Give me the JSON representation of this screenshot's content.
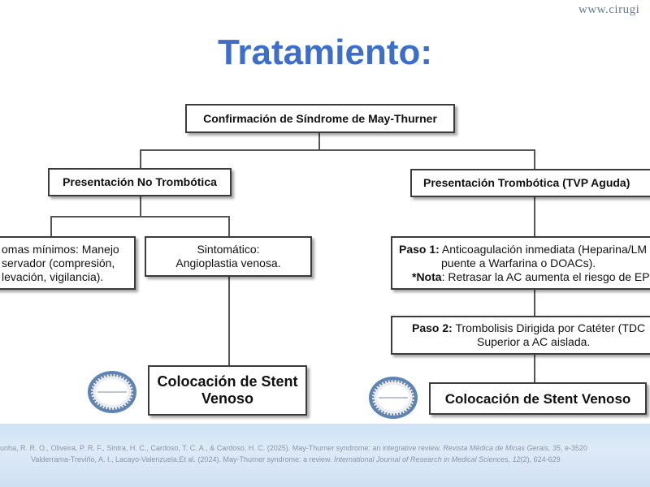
{
  "header": {
    "url": "www.cirugi"
  },
  "title": "Tratamiento:",
  "nodes": {
    "root": "Confirmación de Síndrome de May-Thurner",
    "non_thrombotic": "Presentación No Trombótica",
    "thrombotic": "Presentación Trombótica (TVP Aguda)",
    "minimal": [
      "omas mínimos: Manejo",
      "servador (compresión,",
      "levación, vigilancia)."
    ],
    "symptomatic": [
      "Sintomático:",
      "Angioplastia venosa."
    ],
    "stent_left": [
      "Colocación de Stent",
      "Venoso"
    ],
    "step1": {
      "label": "Paso 1:",
      "text": " Anticoagulación inmediata (Heparina/LM",
      "line2": "puente a Warfarina o DOACs).",
      "note_label": "*Nota",
      "note_text": ": Retrasar la AC aumenta el riesgo de EP fata"
    },
    "step2": {
      "label": "Paso 2:",
      "text": " Trombolisis Dirigida por Catéter (TDC",
      "line2": "Superior a AC aislada."
    },
    "stent_right": "Colocación de Stent Venoso"
  },
  "icons": {
    "stent": "stent-cross-section-icon"
  },
  "references": [
    {
      "text": "unha, R. R. O., Oliveira, P. R. F., Sintra, H. C., Cardoso, T. C. A., & Cardoso, H. C. (2025). May-Thurner syndrome: an integrative review. ",
      "journal": "Revista Médica de Minas Gerais, 35",
      "tail": ", e-3520"
    },
    {
      "text": "Valderrama-Treviño, A. I., Lacayo-Valenzuela,Et al. (2024). May-Thurner syndrome: a review. ",
      "journal": "International Journal of Research in Medical Sciences, 12",
      "tail": "(2), 624-629"
    }
  ],
  "colors": {
    "title": "#3d6ec9",
    "footer": "#d6e5f5",
    "border": "#3c3c3c"
  }
}
